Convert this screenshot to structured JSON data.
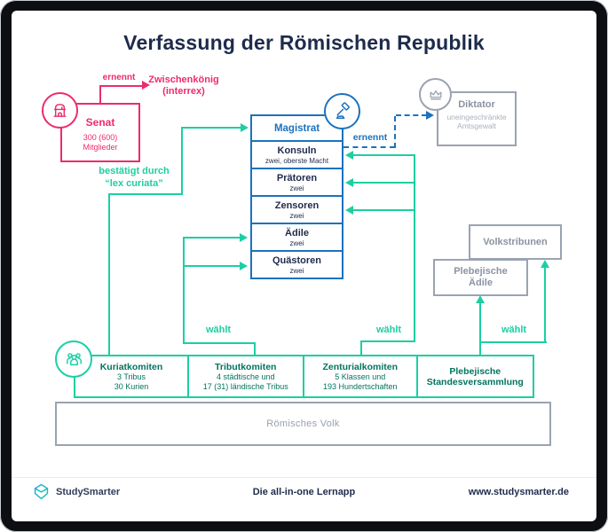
{
  "theme": {
    "pink": "#ED2B6E",
    "teal": "#1CCFA2",
    "tealdark": "#00745F",
    "blue": "#1C72BE",
    "navy": "#1E2B4C",
    "gray": "#9AA3B0",
    "graytext": "#8A93A1",
    "graylight": "#A9B1BD"
  },
  "title": "Verfassung der Römischen Republik",
  "senat": {
    "icon": "temple-icon",
    "title": "Senat",
    "sub1": "300 (600)",
    "sub2": "Mitglieder",
    "appoints_label": "ernennt"
  },
  "interrex": {
    "line1": "Zwischenkönig",
    "line2": "(interrex)"
  },
  "lex_curiata": {
    "line1": "bestätigt durch",
    "line2": "“lex curiata”"
  },
  "magistrat": {
    "icon": "gavel-icon",
    "header": "Magistrat",
    "rows": [
      {
        "name": "Konsuln",
        "sub": "zwei, oberste Macht"
      },
      {
        "name": "Prätoren",
        "sub": "zwei"
      },
      {
        "name": "Zensoren",
        "sub": "zwei"
      },
      {
        "name": "Ädile",
        "sub": "zwei"
      },
      {
        "name": "Quästoren",
        "sub": "zwei"
      }
    ]
  },
  "diktator": {
    "icon": "crown-icon",
    "appoints_label": "ernennt",
    "title": "Diktator",
    "sub1": "uneingeschränkte",
    "sub2": "Amtsgewalt"
  },
  "volkstribunen": {
    "title": "Volkstribunen"
  },
  "pleb_aedile": {
    "line1": "Plebejische",
    "line2": "Ädile"
  },
  "waehlt": [
    "wählt",
    "wählt",
    "wählt"
  ],
  "committees": [
    {
      "icon": "people-icon",
      "title": "Kuriatkomiten",
      "sub1": "3 Tribus",
      "sub2": "30 Kurien"
    },
    {
      "title": "Tributkomiten",
      "sub1": "4 städtische und",
      "sub2": "17 (31) ländische Tribus"
    },
    {
      "title": "Zenturialkomiten",
      "sub1": "5 Klassen und",
      "sub2": "193 Hundertschaften"
    },
    {
      "title": "Plebejische",
      "title2": "Standesversammlung"
    }
  ],
  "volk": {
    "title": "Römisches Volk"
  },
  "footer": {
    "brand_icon": "studysmarter-gem-icon",
    "brand": "StudySmarter",
    "tagline": "Die all-in-one Lernapp",
    "website": "www.studysmarter.de"
  }
}
